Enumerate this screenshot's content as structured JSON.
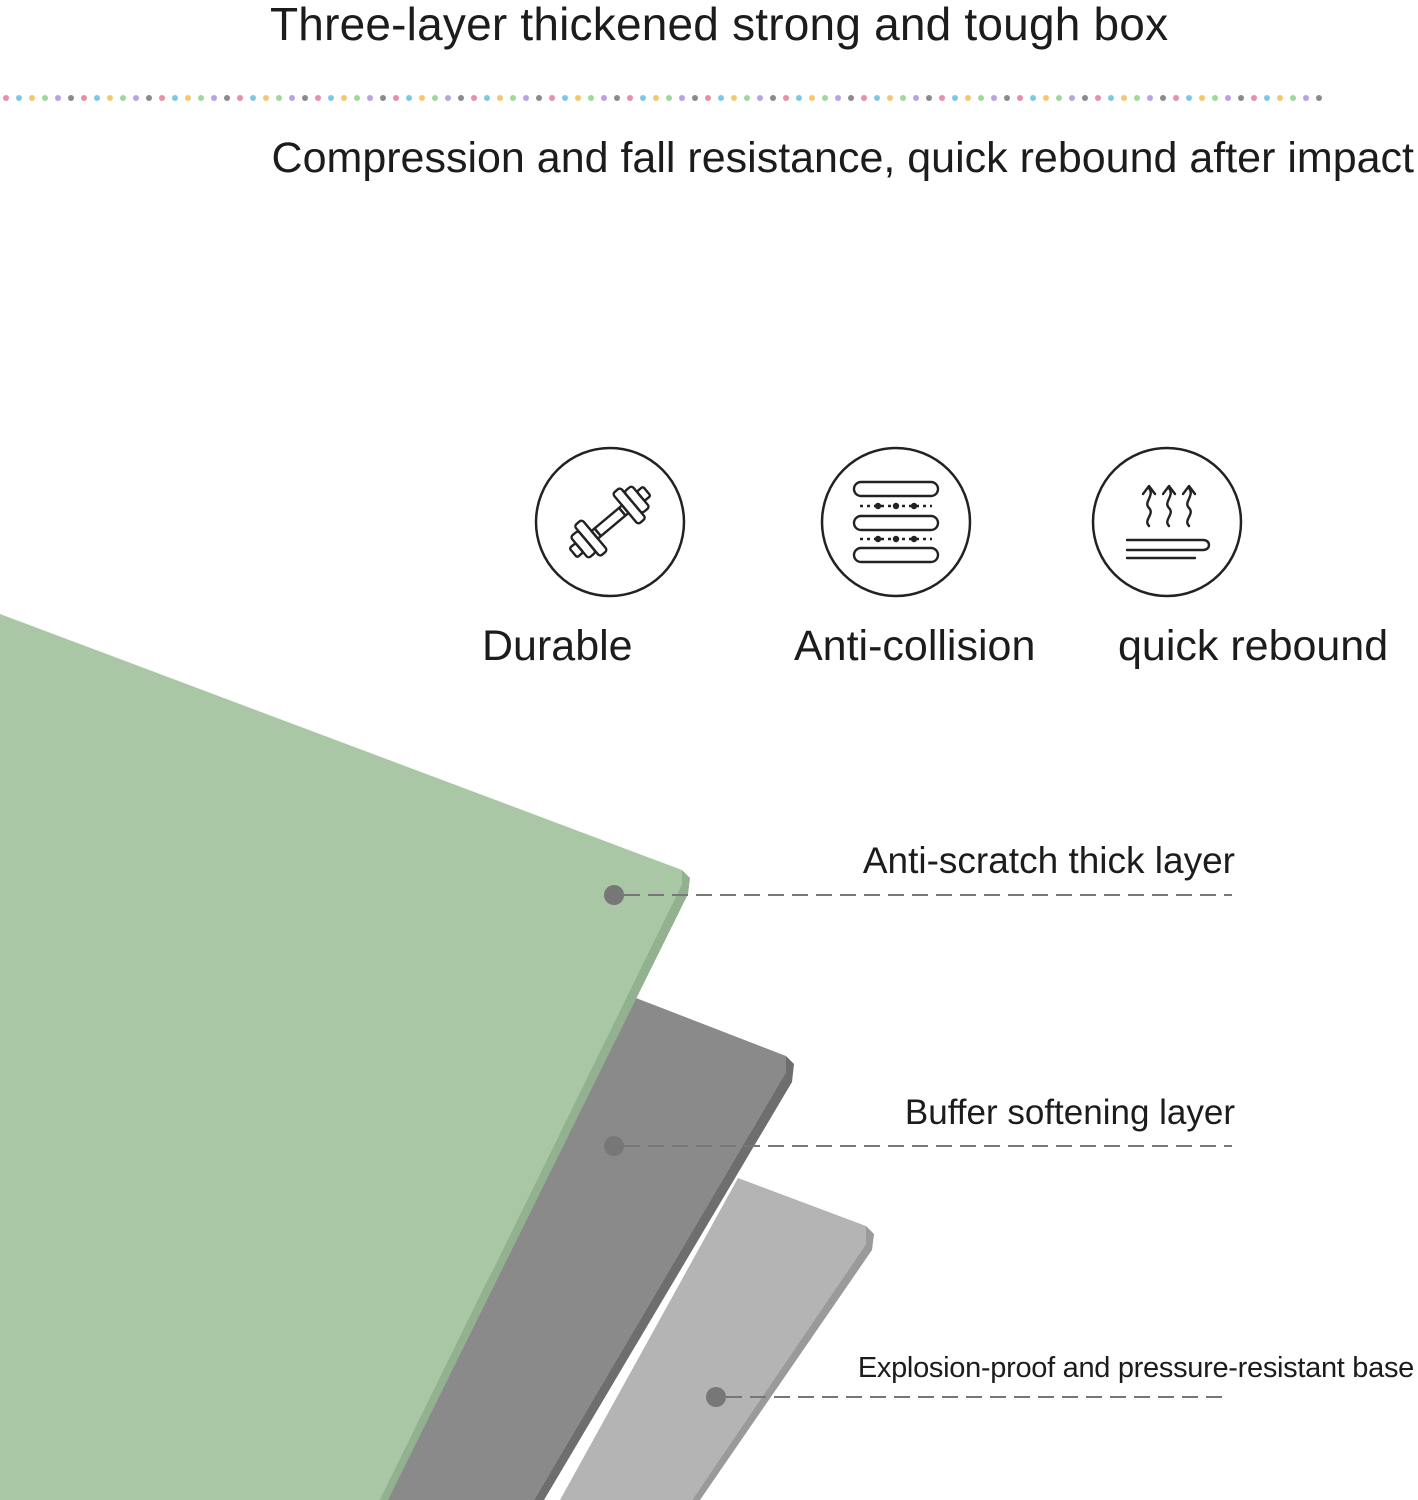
{
  "header": {
    "title": "Three-layer thickened strong and tough box",
    "subtitle": "Compression and fall resistance, quick rebound after impact"
  },
  "features": [
    {
      "label": "Durable",
      "icon": "dumbbell-icon"
    },
    {
      "label": "Anti-collision",
      "icon": "layers-icon"
    },
    {
      "label": "quick rebound",
      "icon": "rebound-arrows-icon"
    }
  ],
  "layers": [
    {
      "label": "Anti-scratch thick layer",
      "color": "#a9c6a5"
    },
    {
      "label": "Buffer softening layer",
      "color": "#8a8a8a"
    },
    {
      "label": "Explosion-proof and pressure-resistant base",
      "color": "#b4b4b4"
    }
  ],
  "colors": {
    "text": "#1c1c1c",
    "icon_stroke": "#222222",
    "leader_line": "#777777",
    "dot_palette": [
      "#e58fa8",
      "#7ec8e3",
      "#f3c86b",
      "#9fd89a",
      "#b9a3e3",
      "#8a8a8a"
    ]
  }
}
